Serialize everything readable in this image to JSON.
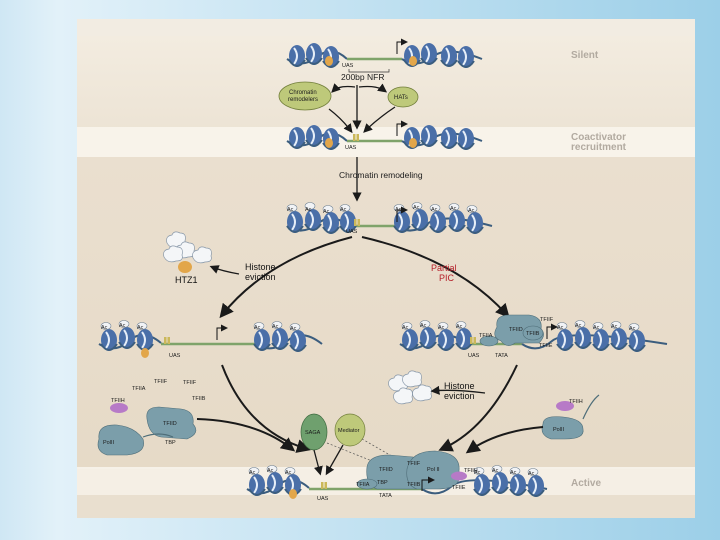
{
  "stages": {
    "silent": "Silent",
    "coactivator_line1": "Coactivator",
    "coactivator_line2": "recruitment",
    "active": "Active"
  },
  "labels": {
    "uas": "UAS",
    "nfr": "200bp NFR",
    "remodelers_line1": "Chromatin",
    "remodelers_line2": "remodelers",
    "hats": "HATs",
    "chromatin_remodeling": "Chromatin remodeling",
    "htz1": "HTZ1",
    "histone_eviction_line1": "Histone",
    "histone_eviction_line2": "eviction",
    "partial_pic_line1": "Partial",
    "partial_pic_line2": "PIC",
    "tata": "TATA",
    "ac": "Ac",
    "saga": "SAGA",
    "mediator": "Mediator",
    "tfiid": "TFIID",
    "tfiif": "TFIIF",
    "tfiia": "TFIIA",
    "tfiib": "TFIIB",
    "tfiih": "TFIIH",
    "tfiie": "TFIIE",
    "tbp": "TBP",
    "pol_ii": "Pol II",
    "polii_short": "PolII"
  },
  "colors": {
    "nucleosome": "#4a6fa8",
    "dna": "#3b5d7e",
    "nfr_segment": "#7fa36a",
    "uas_factor": "#cbb85a",
    "htz1": "#e2a64a",
    "tfiih": "#b77ac7",
    "general_factor": "#7b9eaa",
    "saga": "#6fa06e",
    "partial_pic_text": "#b5202a"
  }
}
